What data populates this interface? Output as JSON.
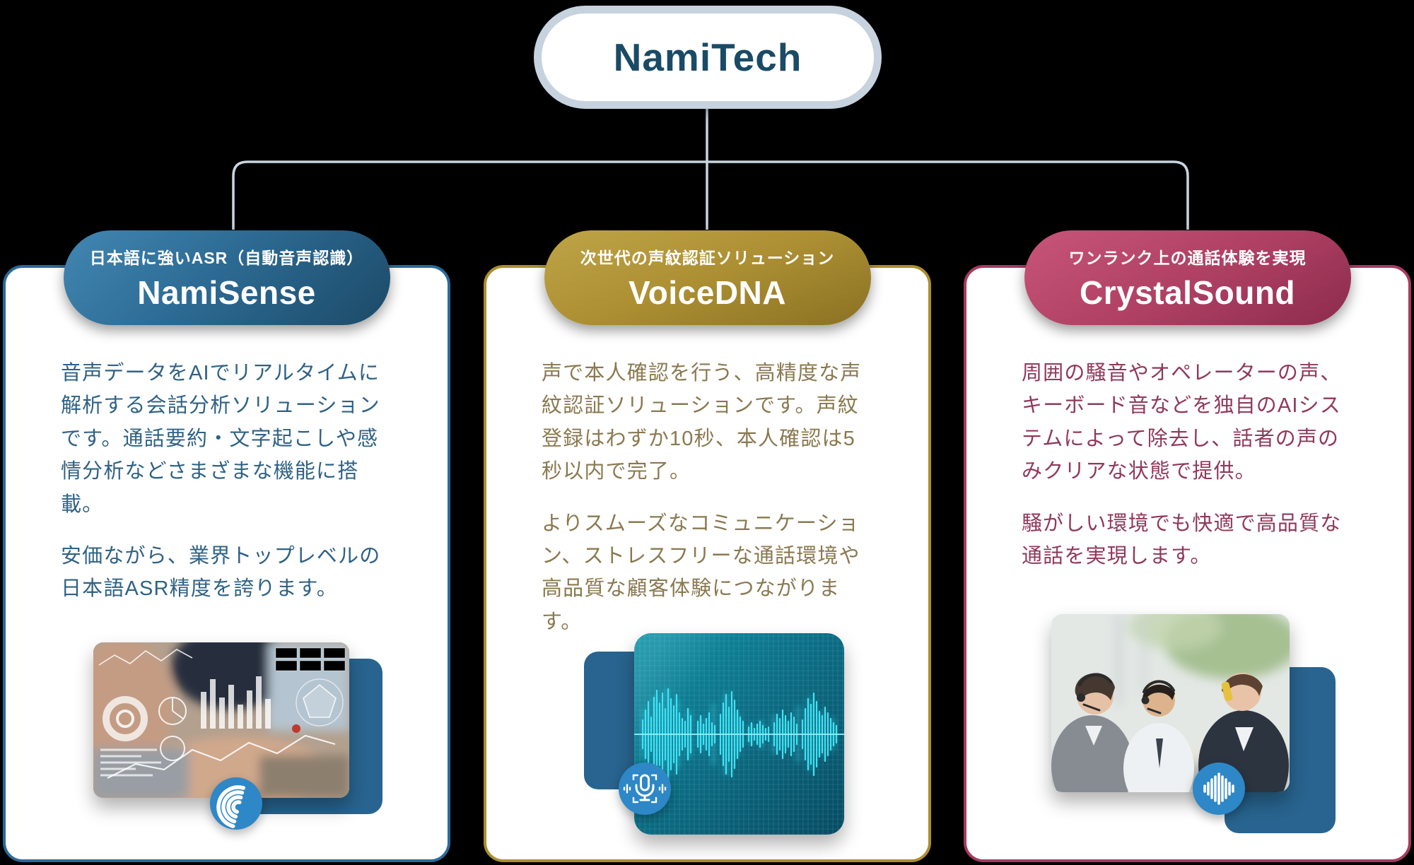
{
  "root_node": {
    "label": "NamiTech"
  },
  "colors": {
    "background": "#000000",
    "connector_line": "#c9d5df",
    "root_border": "#c6d3de",
    "root_text": "#1a4b66",
    "icon_circle_blue": "#2e87c6",
    "accent_rect_blue": "#28648f",
    "waveform_cyan": "#35dff2"
  },
  "cards": [
    {
      "tagline": "日本語に強いASR（自動音声認識）",
      "title": "NamiSense",
      "border_color": "#2a6a99",
      "text_color": "#2f6285",
      "pill_gradient": [
        "#4187b2",
        "#1c4a68"
      ],
      "icon": "sound-waves-icon",
      "paragraphs": [
        "音声データをAIでリアルタイムに解析する会話分析ソリューションです。通話要約・文字起こしや感情分析などさまざまな機能に搭載。",
        "安価ながら、業界トップレベルの日本語ASR精度を誇ります。"
      ]
    },
    {
      "tagline": "次世代の声紋認証ソリューション",
      "title": "VoiceDNA",
      "border_color": "#ab8e2e",
      "text_color": "#8a7950",
      "pill_gradient": [
        "#bfa447",
        "#8a7123"
      ],
      "icon": "voice-scan-mic-icon",
      "paragraphs": [
        "声で本人確認を行う、高精度な声紋認証ソリューションです。声紋登録はわずか10秒、本人確認は5秒以内で完了。",
        "よりスムーズなコミュニケーション、ストレスフリーな通話環境や高品質な顧客体験につながります。"
      ]
    },
    {
      "tagline": "ワンランク上の通話体験を実現",
      "title": "CrystalSound",
      "border_color": "#a63a61",
      "text_color": "#90395a",
      "pill_gradient": [
        "#c75579",
        "#8c2b4c"
      ],
      "icon": "equalizer-icon",
      "paragraphs": [
        "周囲の騒音やオペレーターの声、キーボード音などを独自のAIシステムによって除去し、話者の声のみクリアな状態で提供。",
        "騒がしい環境でも快適で高品質な通話を実現します。"
      ]
    }
  ]
}
